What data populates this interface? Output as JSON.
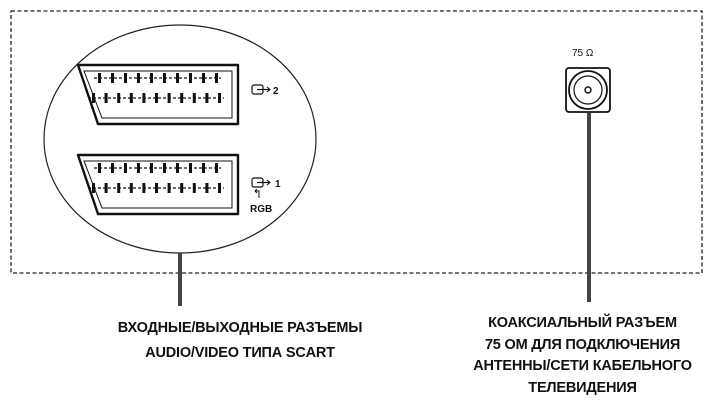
{
  "panel": {
    "port_scart_2_label": "2",
    "port_scart_1_label": "1",
    "rgb_label": "RGB",
    "impedance_label": "75 Ω"
  },
  "captions": {
    "scart": [
      "ВХОДНЫЕ/ВЫХОДНЫЕ РАЗЪЕМЫ",
      "AUDIO/VIDEO ТИПА SCART"
    ],
    "coaxial": [
      "КОАКСИАЛЬНЫЙ РАЗЪЕМ",
      "75 ОМ ДЛЯ ПОДКЛЮЧЕНИЯ",
      "АНТЕННЫ/СЕТИ КАБЕЛЬНОГО",
      "ТЕЛЕВИДЕНИЯ"
    ]
  },
  "icons": {
    "scart_connector": "scart-connector-icon",
    "input_output": "input-output-arrow-icon",
    "coax": "coax-connector-icon"
  },
  "colors": {
    "stroke": "#1a1a1a",
    "leader": "#333333",
    "background": "#ffffff"
  }
}
